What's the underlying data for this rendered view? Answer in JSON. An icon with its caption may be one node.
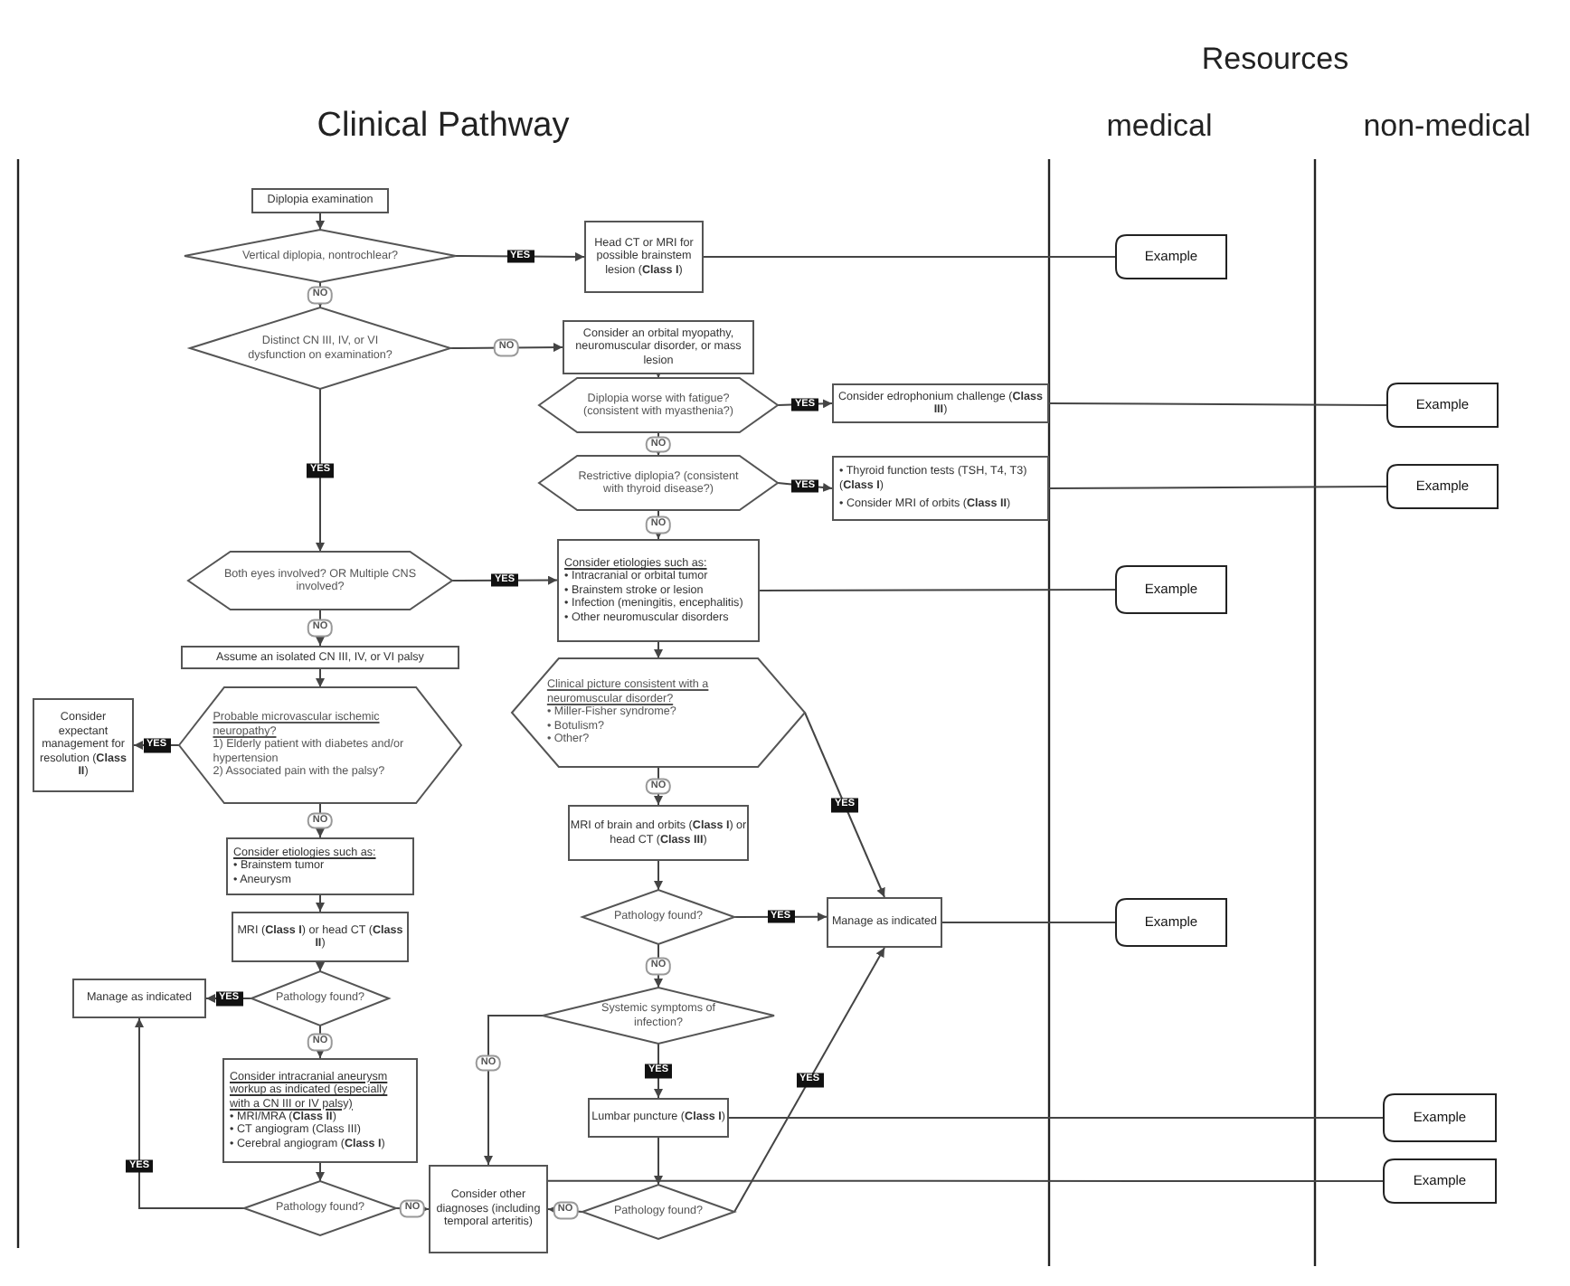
{
  "diagram": {
    "nodes": [
      {
        "text": [
          "Diplopia examination"
        ]
      },
      {
        "text": [
          "Vertical diplopia, nontrochlear?"
        ]
      },
      {
        "text": [
          "Head CT or MRI for possible brainstem lesion (**Class I**)"
        ]
      },
      {
        "text": [
          "Distinct CN III, IV, or VI dysfunction on examination?"
        ]
      },
      {
        "text": [
          "Consider an orbital myopathy, neuromuscular disorder, or mass lesion"
        ]
      },
      {
        "text": [
          "Diplopia worse with fatigue? (consistent with myasthenia?)"
        ]
      },
      {
        "text": [
          "Consider edrophonium challenge (**Class III**)"
        ]
      },
      {
        "text": [
          "Restrictive diplopia? (consistent with thyroid disease?)"
        ]
      },
      {
        "text": [
          "• Thyroid function tests (TSH, T4, T3) (**Class I**)",
          "• Consider MRI of orbits (**Class II**)"
        ]
      },
      {
        "text": [
          "Both eyes involved? OR Multiple CNS involved?"
        ]
      },
      {
        "text": [
          "Consider etiologies such as:",
          "• Intracranial or orbital tumor",
          "• Brainstem stroke or lesion",
          "• Infection (meningitis, encephalitis)",
          "• Other neuromuscular disorders"
        ]
      },
      {
        "text": [
          "Assume an isolated CN III, IV, or VI palsy"
        ]
      },
      {
        "text": [
          "Consider expectant management for resolution (**Class II**)"
        ]
      },
      {
        "text": [
          "Probable microvascular ischemic neuropathy?",
          "1) Elderly patient with diabetes and/or hypertension",
          "2) Associated pain with the palsy?"
        ]
      },
      {
        "text": [
          "Consider etiologies such as:",
          "• Brainstem tumor",
          "• Aneurysm"
        ]
      },
      {
        "text": [
          "MRI (**Class I**) or head CT (**Class II**)"
        ]
      },
      {
        "text": [
          "Manage as indicated"
        ]
      },
      {
        "text": [
          "Pathology found?"
        ]
      },
      {
        "text": [
          "Consider intracranial aneurysm workup as indicated (especially with a CN III or IV palsy)",
          "• MRI/MRA (**Class II**)",
          "• CT angiogram (Class III)",
          "• Cerebral angiogram (**Class I**)"
        ]
      },
      {
        "text": [
          "Pathology found?"
        ]
      },
      {
        "text": [
          "Consider other diagnoses (including temporal arteritis)"
        ]
      },
      {
        "text": [
          "Clinical picture consistent with a neuromuscular disorder?",
          "• Miller-Fisher syndrome?",
          "• Botulism?",
          "• Other?"
        ]
      },
      {
        "text": [
          "MRI of brain and orbits (**Class I**) or head CT (**Class III**)"
        ]
      },
      {
        "text": [
          "Pathology found?"
        ]
      },
      {
        "text": [
          "Manage as indicated"
        ]
      },
      {
        "text": [
          "Systemic symptoms of infection?"
        ]
      },
      {
        "text": [
          "Lumbar puncture (**Class I**)"
        ]
      },
      {
        "text": [
          "Pathology found?"
        ]
      },
      {
        "text": [
          "Example"
        ]
      },
      {
        "text": [
          "Example"
        ]
      },
      {
        "text": [
          "Example"
        ]
      },
      {
        "text": [
          "Example"
        ]
      },
      {
        "text": [
          "Example"
        ]
      },
      {
        "text": [
          "Example"
        ]
      },
      {
        "text": [
          "Example"
        ]
      }
    ],
    "edges": [
      {
        "from": 0,
        "to": 1,
        "arrow": "to"
      },
      {
        "from": 1,
        "to": 2,
        "arrow": "to",
        "label": "YES"
      },
      {
        "from": 1,
        "to": 3,
        "arrow": "to",
        "label": "NO"
      },
      {
        "from": 3,
        "to": 4,
        "arrow": "to",
        "label": "NO"
      },
      {
        "from": 3,
        "to": 9,
        "arrow": "to",
        "label": "YES"
      },
      {
        "from": 4,
        "to": 5,
        "arrow": "to"
      },
      {
        "from": 5,
        "to": 6,
        "arrow": "to",
        "label": "YES"
      },
      {
        "from": 5,
        "to": 7,
        "arrow": "to",
        "label": "NO"
      },
      {
        "from": 7,
        "to": 8,
        "arrow": "to",
        "label": "YES"
      },
      {
        "from": 7,
        "to": 10,
        "arrow": "to",
        "label": "NO"
      },
      {
        "from": 9,
        "to": 10,
        "arrow": "to",
        "label": "YES"
      },
      {
        "from": 9,
        "to": 11,
        "arrow": "to",
        "label": "NO"
      },
      {
        "from": 11,
        "to": 13,
        "arrow": "to"
      },
      {
        "from": 13,
        "to": 12,
        "arrow": "to",
        "label": "YES"
      },
      {
        "from": 13,
        "to": 14,
        "arrow": "to",
        "label": "NO"
      },
      {
        "from": 14,
        "to": 15,
        "arrow": "to"
      },
      {
        "from": 15,
        "to": 17,
        "arrow": "to"
      },
      {
        "from": 17,
        "to": 16,
        "arrow": "to",
        "label": "YES"
      },
      {
        "from": 17,
        "to": 18,
        "arrow": "to",
        "label": "NO"
      },
      {
        "from": 18,
        "to": 19,
        "arrow": "to"
      },
      {
        "from": 19,
        "to": 16,
        "arrow": "to",
        "label": "YES"
      },
      {
        "from": 19,
        "to": 20,
        "arrow": "to",
        "label": "NO"
      },
      {
        "from": 10,
        "to": 21,
        "arrow": "to"
      },
      {
        "from": 21,
        "to": 24,
        "arrow": "to",
        "label": "YES"
      },
      {
        "from": 21,
        "to": 22,
        "arrow": "to",
        "label": "NO"
      },
      {
        "from": 22,
        "to": 23,
        "arrow": "to"
      },
      {
        "from": 23,
        "to": 24,
        "arrow": "to",
        "label": "YES"
      },
      {
        "from": 23,
        "to": 25,
        "arrow": "to",
        "label": "NO"
      },
      {
        "from": 25,
        "to": 26,
        "arrow": "to",
        "label": "YES"
      },
      {
        "from": 25,
        "to": 20,
        "arrow": "to",
        "label": "NO"
      },
      {
        "from": 26,
        "to": 27,
        "arrow": "to"
      },
      {
        "from": 27,
        "to": 20,
        "arrow": "to",
        "label": "NO"
      },
      {
        "from": 27,
        "to": 24,
        "arrow": "to",
        "label": "YES"
      },
      {
        "from": 2,
        "to": 28,
        "arrow": "none"
      },
      {
        "from": 6,
        "to": 29,
        "arrow": "none"
      },
      {
        "from": 8,
        "to": 30,
        "arrow": "none"
      },
      {
        "from": 10,
        "to": 31,
        "arrow": "none"
      },
      {
        "from": 24,
        "to": 32,
        "arrow": "none"
      },
      {
        "from": 26,
        "to": 33,
        "arrow": "none"
      },
      {
        "from": 20,
        "to": 34,
        "arrow": "none"
      }
    ],
    "labels": [
      "Resources",
      "Clinical Pathway",
      "medical",
      "non-medical"
    ]
  }
}
